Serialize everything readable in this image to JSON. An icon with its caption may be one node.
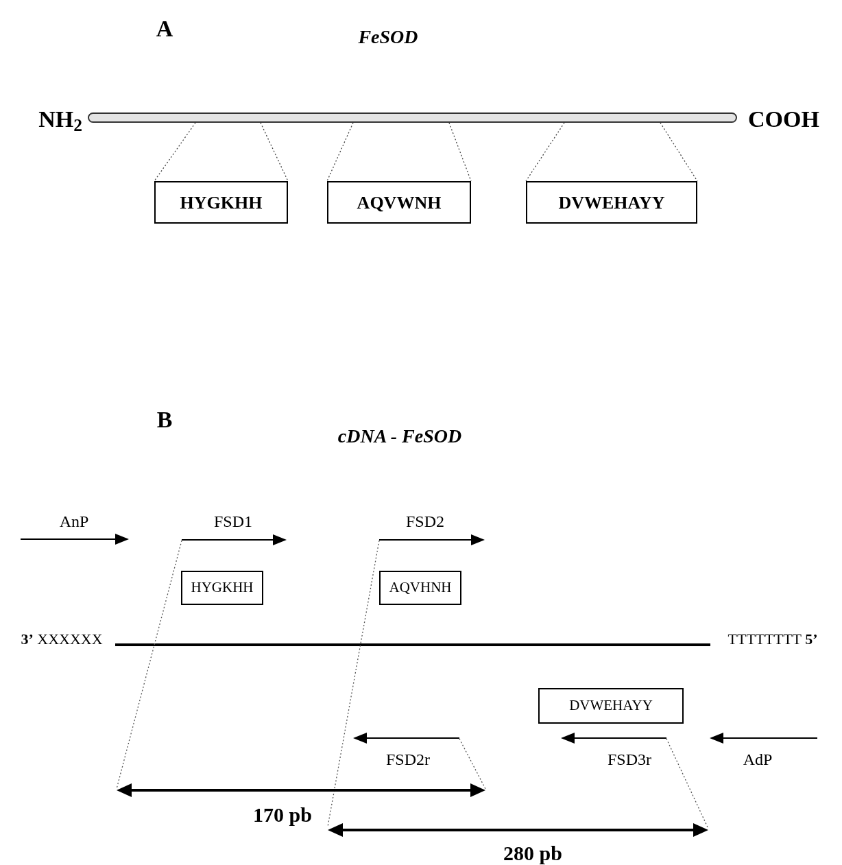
{
  "diagram": {
    "nodes": [
      {
        "text": [],
        "shape": "bar",
        "beside": [
          "NH$_{2}$",
          "COOH"
        ]
      },
      {
        "text": [
          "HYGKHH"
        ]
      },
      {
        "text": [
          "AQVWNH"
        ]
      },
      {
        "text": [
          "DVWEHAYY"
        ]
      },
      {
        "text": [
          "HYGKHH"
        ]
      },
      {
        "text": [
          "AQVHNH"
        ]
      },
      {
        "text": [
          "DVWEHAYY"
        ]
      }
    ],
    "edges": [
      {
        "from": 0,
        "to": 1,
        "arrow": "none",
        "style": "dashed"
      },
      {
        "from": 0,
        "to": 1,
        "arrow": "none",
        "style": "dashed"
      },
      {
        "from": 0,
        "to": 2,
        "arrow": "none",
        "style": "dashed"
      },
      {
        "from": 0,
        "to": 2,
        "arrow": "none",
        "style": "dashed"
      },
      {
        "from": 0,
        "to": 3,
        "arrow": "none",
        "style": "dashed"
      },
      {
        "from": 0,
        "to": 3,
        "arrow": "none",
        "style": "dashed"
      }
    ],
    "labels": [
      "A",
      "FeSOD",
      "B",
      "cDNA - FeSOD",
      "AnP",
      "FSD1",
      "FSD2",
      "**3’** XXXXXX",
      "TTTTTTTT **5’**",
      "FSD2r",
      "FSD3r",
      "AdP",
      "170 pb",
      "280 pb"
    ]
  }
}
